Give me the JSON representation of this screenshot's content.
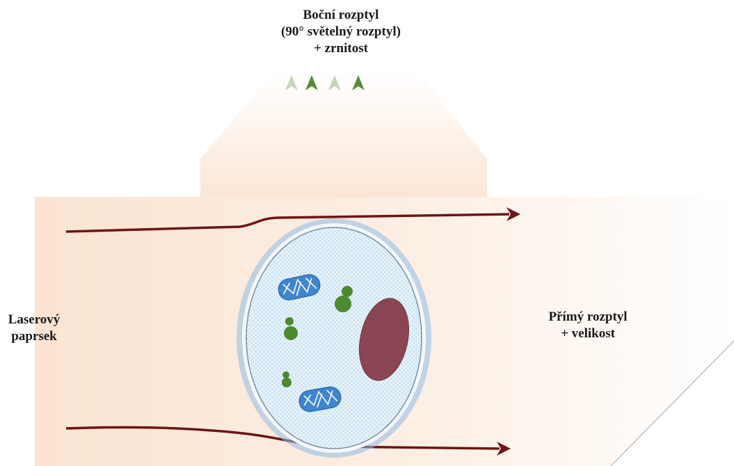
{
  "labels": {
    "side_scatter": [
      "Boční rozptyl",
      "(90° světelný rozptyl)",
      "+ zrnitost"
    ],
    "laser_beam": [
      "Laserový",
      "paprsek"
    ],
    "forward_scatter": [
      "Přímý rozptyl",
      "+ velikost"
    ]
  },
  "colors": {
    "background_glow": "#f9e3d0",
    "flow_line": "#6e1414",
    "laser_line": "#4d7a2a",
    "cell_fill": "#ddeef8",
    "cell_border": "#5b8fd1",
    "nucleus": "#8a4552",
    "granule": "#4c8a2f",
    "mitochondria": "#3f86cf"
  }
}
